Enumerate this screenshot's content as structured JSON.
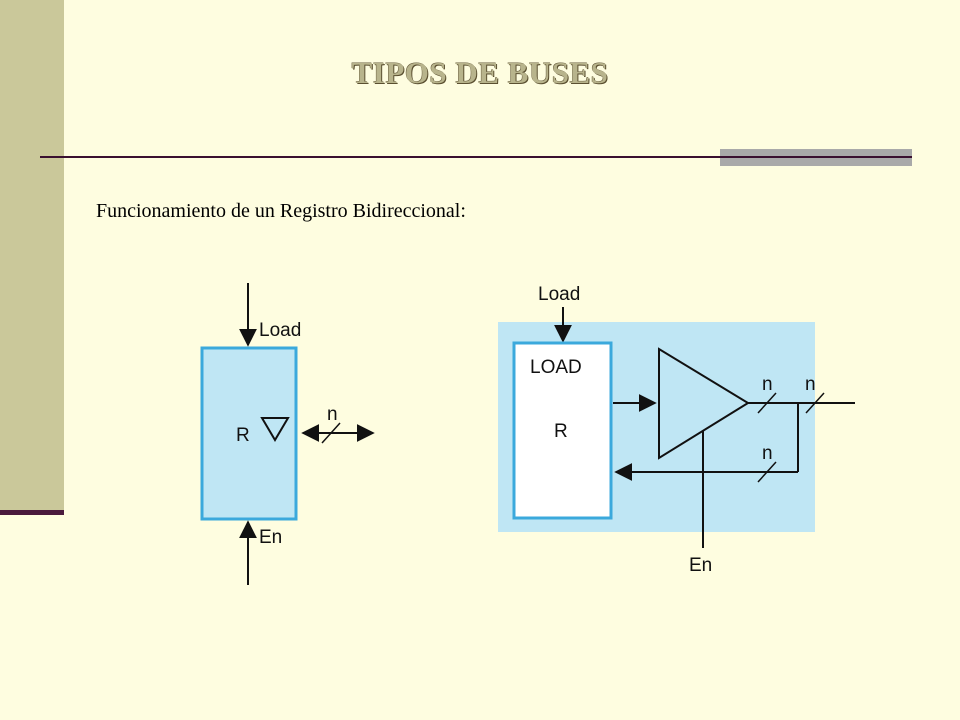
{
  "slide": {
    "title": "TIPOS DE BUSES",
    "subtitle": "Funcionamiento de un Registro Bidireccional:"
  },
  "diagram_left": {
    "load_label": "Load",
    "register_label": "R",
    "width_label": "n",
    "enable_label": "En"
  },
  "diagram_right": {
    "load_label": "Load",
    "register_load_label": "LOAD",
    "register_label": "R",
    "width_label_1": "n",
    "width_label_2": "n",
    "width_label_3": "n",
    "enable_label": "En"
  },
  "colors": {
    "register_fill": "#bfe6f4",
    "register_border": "#3ba9dc",
    "slide_background": "#fefde0",
    "side_bar": "#cac89a"
  }
}
